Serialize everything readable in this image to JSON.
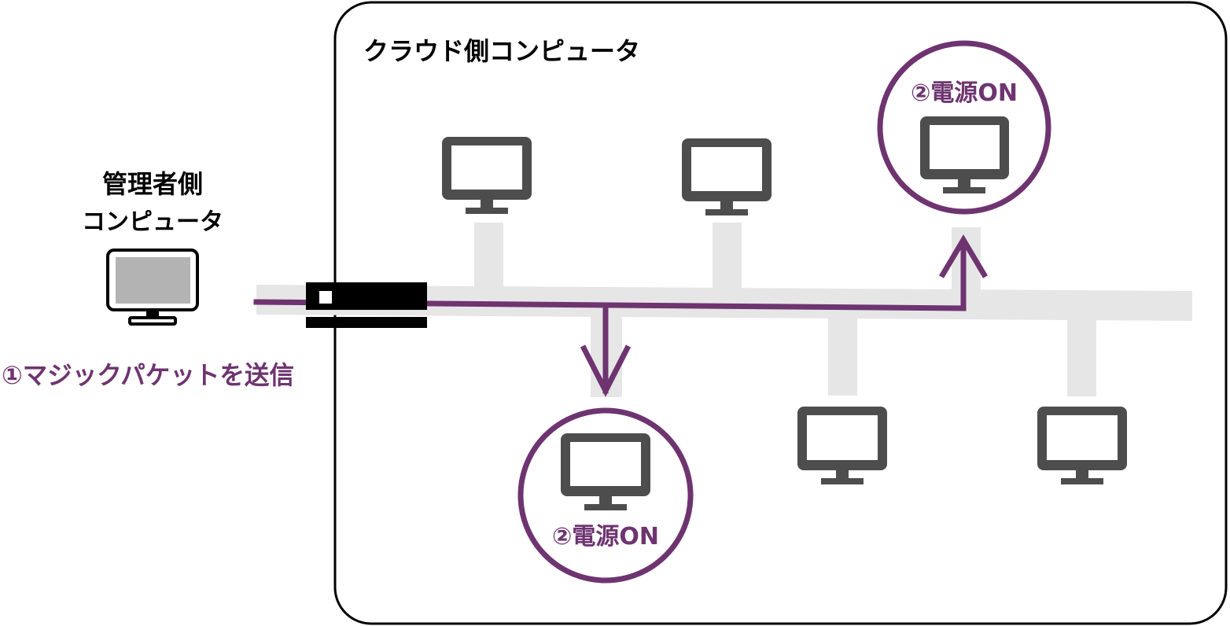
{
  "cloud_area": {
    "title": "クラウド側コンピュータ"
  },
  "admin": {
    "label_line1": "管理者側",
    "label_line2": "コンピュータ",
    "send_label": "①マジックパケットを送信"
  },
  "power_on_label": "②電源ON",
  "colors": {
    "accent": "#6e3470",
    "monitor": "#4d4d4d",
    "admin_monitor_screen": "#b3b3b3",
    "network_line": "#e6e6e6",
    "router": "#000000",
    "text": "#000000"
  },
  "icons": {
    "monitor": "monitor-icon",
    "router": "router-icon",
    "arrow": "arrow-icon"
  }
}
